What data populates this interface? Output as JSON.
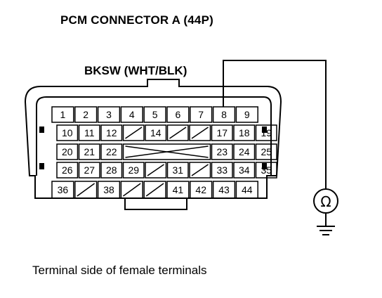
{
  "title": "PCM CONNECTOR A (44P)",
  "wire_label": "BKSW (WHT/BLK)",
  "caption": "Terminal side of female terminals",
  "meter_symbol": "Ω",
  "colors": {
    "ink": "#000000",
    "background": "#ffffff"
  },
  "connector": {
    "rows": [
      [
        "1",
        "2",
        "3",
        "4",
        "5",
        "6",
        "7",
        "8",
        "9"
      ],
      [
        "10",
        "11",
        "12",
        "/",
        "14",
        "/",
        "/",
        "17",
        "18",
        "19"
      ],
      [
        "20",
        "21",
        "22",
        "X",
        "23",
        "24",
        "25"
      ],
      [
        "26",
        "27",
        "28",
        "29",
        "/",
        "31",
        "/",
        "33",
        "34",
        "35"
      ],
      [
        "36",
        "/",
        "38",
        "/",
        "/",
        "41",
        "42",
        "43",
        "44"
      ]
    ],
    "probed_terminal": "8"
  }
}
